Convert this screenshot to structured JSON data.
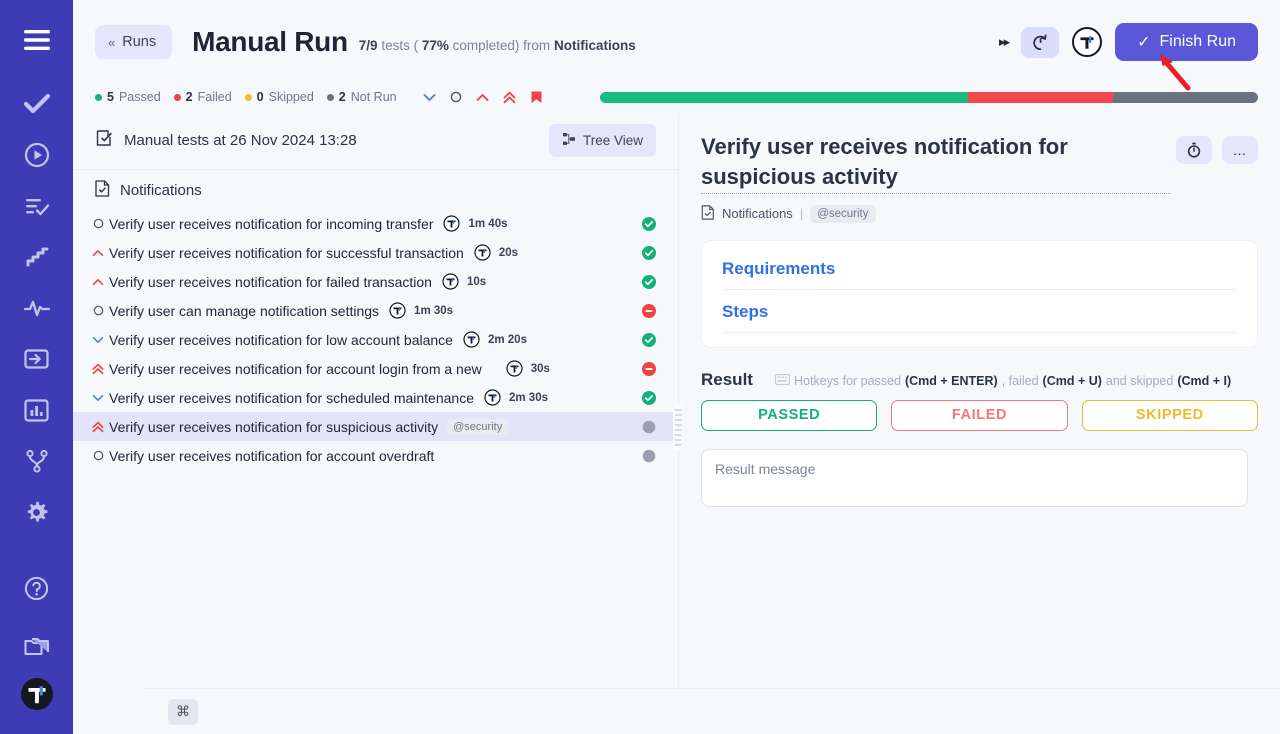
{
  "rail": {
    "items": [
      {
        "name": "menu-icon",
        "label": "Menu"
      },
      {
        "name": "check-icon",
        "label": "Tests"
      },
      {
        "name": "play-circle-icon",
        "label": "Runs"
      },
      {
        "name": "list-check-icon",
        "label": "Test Plans"
      },
      {
        "name": "steps-icon",
        "label": "Steps"
      },
      {
        "name": "activity-icon",
        "label": "Activity"
      },
      {
        "name": "import-icon",
        "label": "Import"
      },
      {
        "name": "chart-icon",
        "label": "Reports"
      },
      {
        "name": "branch-icon",
        "label": "Integrations"
      },
      {
        "name": "gear-icon",
        "label": "Settings"
      },
      {
        "name": "help-icon",
        "label": "Help"
      },
      {
        "name": "folder-icon",
        "label": "Projects"
      },
      {
        "name": "testomat-logo-icon",
        "label": "Testomat"
      }
    ]
  },
  "header": {
    "back_label": "Runs",
    "back_chevron": "«",
    "title": "Manual Run",
    "sub_count": "7/9",
    "sub_tests_word": "tests (",
    "sub_percent": "77%",
    "sub_completed_word": "completed) from",
    "sub_source": "Notifications",
    "fast_forward_icon": "▸▸",
    "timer_button": "timer-icon",
    "profile_badge": "T",
    "finish_label": "Finish Run",
    "finish_check": "✓",
    "accent_color": "#5b57d8"
  },
  "status": {
    "passed_count": "5",
    "passed_label": "Passed",
    "passed_color": "#14b07a",
    "failed_count": "2",
    "failed_label": "Failed",
    "failed_color": "#ef4444",
    "skipped_count": "0",
    "skipped_label": "Skipped",
    "skipped_color": "#f1ba2a",
    "notrun_count": "2",
    "notrun_label": "Not Run",
    "notrun_color": "#6b7280",
    "priority_filters": [
      {
        "name": "priority-low-icon",
        "color": "#4a7ff0"
      },
      {
        "name": "priority-normal-icon",
        "color": "#4b5368"
      },
      {
        "name": "priority-high-icon",
        "color": "#ef4444"
      },
      {
        "name": "priority-critical-icon",
        "color": "#ef4444"
      },
      {
        "name": "priority-blocker-icon",
        "color": "#ef4444"
      }
    ],
    "progress": {
      "passed_pct": 56,
      "failed_pct": 22,
      "remaining_pct": 22,
      "passed_color": "#18bb82",
      "failed_color": "#f4484a",
      "remaining_color": "#6b7280"
    }
  },
  "list": {
    "header_icon": "manual-tests-icon",
    "header_title": "Manual tests at 26 Nov 2024 13:28",
    "tree_view_label": "Tree View",
    "group_icon": "file-check-icon",
    "group_title": "Notifications",
    "rows": [
      {
        "priority": "normal",
        "name": "Verify user receives notification for incoming transfer",
        "type_icon": "manual-test-icon",
        "duration": "1m 40s",
        "tag": "",
        "result": "passed",
        "selected": false
      },
      {
        "priority": "high",
        "name": "Verify user receives notification for successful transaction",
        "type_icon": "manual-test-icon",
        "duration": "20s",
        "tag": "",
        "result": "passed",
        "selected": false
      },
      {
        "priority": "high",
        "name": "Verify user receives notification for failed transaction",
        "type_icon": "manual-test-icon",
        "duration": "10s",
        "tag": "",
        "result": "passed",
        "selected": false
      },
      {
        "priority": "normal",
        "name": "Verify user can manage notification settings",
        "type_icon": "manual-test-icon",
        "duration": "1m 30s",
        "tag": "",
        "result": "failed",
        "selected": false
      },
      {
        "priority": "low",
        "name": "Verify user receives notification for low account balance",
        "type_icon": "manual-test-icon",
        "duration": "2m 20s",
        "tag": "",
        "result": "passed",
        "selected": false
      },
      {
        "priority": "critical",
        "name": "Verify user receives notification for account login from a new",
        "type_icon": "manual-test-icon",
        "duration": "30s",
        "tag": "",
        "result": "failed",
        "selected": false
      },
      {
        "priority": "low",
        "name": "Verify user receives notification for scheduled maintenance",
        "type_icon": "manual-test-icon",
        "duration": "2m 30s",
        "tag": "",
        "result": "passed",
        "selected": false
      },
      {
        "priority": "critical",
        "name": "Verify user receives notification for suspicious activity",
        "type_icon": "",
        "duration": "",
        "tag": "@security",
        "result": "notrun",
        "selected": true
      },
      {
        "priority": "normal",
        "name": "Verify user receives notification for account overdraft",
        "type_icon": "",
        "duration": "",
        "tag": "",
        "result": "notrun",
        "selected": false
      }
    ]
  },
  "detail": {
    "title": "Verify user receives notification for suspicious activity",
    "timer_button": "stopwatch-icon",
    "more_button": "…",
    "crumb_icon": "file-check-icon",
    "crumb_suite": "Notifications",
    "crumb_sep": "|",
    "crumb_tag": "@security",
    "accordion": [
      {
        "label": "Requirements"
      },
      {
        "label": "Steps"
      }
    ],
    "result_label": "Result",
    "hotkeys_icon": "keyboard-icon",
    "hotkeys_prefix": "Hotkeys for passed",
    "hotkeys_passed_key": "(Cmd + ENTER)",
    "hotkeys_mid": ", failed",
    "hotkeys_failed_key": "(Cmd + U)",
    "hotkeys_and": "and skipped",
    "hotkeys_skipped_key": "(Cmd + I)",
    "verdicts": [
      {
        "label": "PASSED",
        "color": "#14b07a"
      },
      {
        "label": "FAILED",
        "color": "#f2777a"
      },
      {
        "label": "SKIPPED",
        "color": "#f1ba2a"
      }
    ],
    "message_placeholder": "Result message",
    "message_value": ""
  },
  "bottom": {
    "cmd_key_label": "⌘"
  }
}
